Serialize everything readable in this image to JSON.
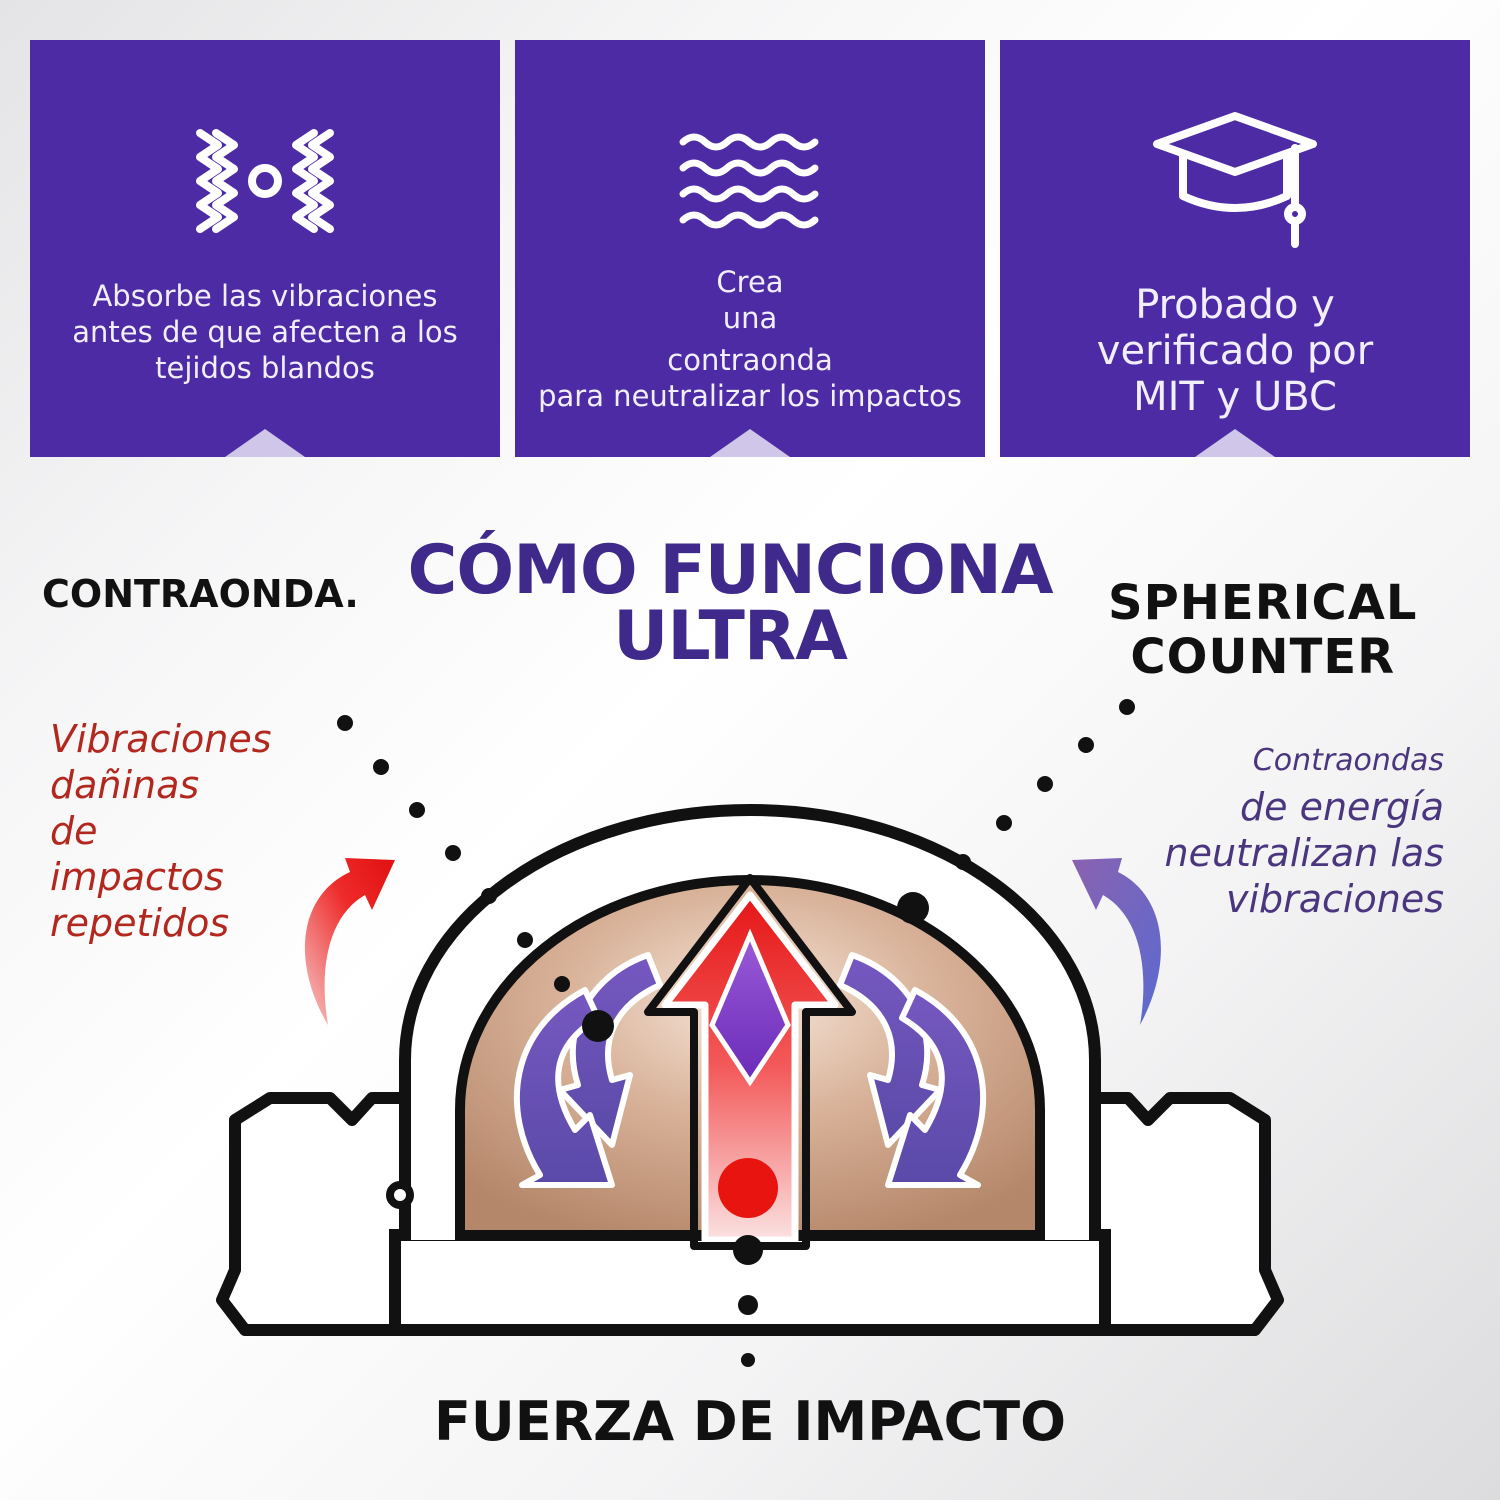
{
  "cards": [
    {
      "icon": "vibration-absorb-icon",
      "lines": [
        "Absorbe las vibraciones",
        "antes de que afecten a los",
        "tejidos blandos"
      ]
    },
    {
      "icon": "waves-icon",
      "lines": [
        "Crea",
        "una",
        "contraonda",
        "para neutralizar los impactos"
      ]
    },
    {
      "icon": "graduation-cap-icon",
      "lines": [
        "Probado y",
        "verificado por",
        "MIT y UBC"
      ]
    }
  ],
  "heading": {
    "left_label": "CONTRAONDA.",
    "title_line1": "CÓMO FUNCIONA",
    "title_line2": "ULTRA",
    "right_label_line1": "SPHERICAL",
    "right_label_line2": "COUNTER"
  },
  "notes": {
    "left": [
      "Vibraciones",
      "dañinas",
      "de",
      "impactos",
      "repetidos"
    ],
    "right": [
      "Contraondas",
      "de energía",
      "neutralizan las",
      "vibraciones"
    ]
  },
  "bottom_label": "FUERZA DE IMPACTO",
  "colors": {
    "card_bg": "#4c2ba4",
    "title": "#3f2a8c",
    "left_note": "#b2281f",
    "right_note": "#4a357f",
    "impact_red": "#e8201c",
    "counter_purple": "#7a5bb0"
  }
}
